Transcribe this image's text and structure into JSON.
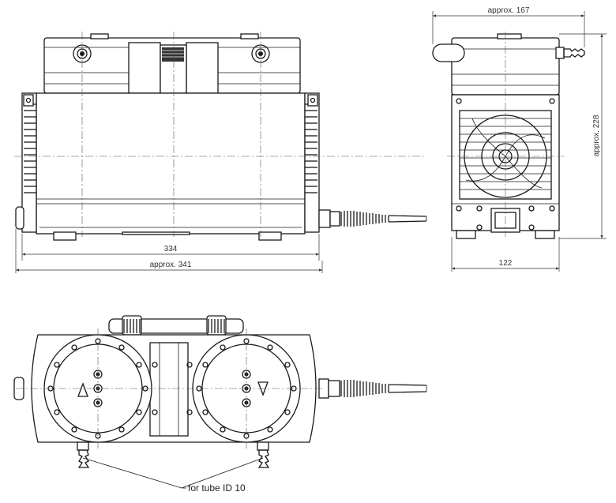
{
  "dimensions": {
    "width_334": "334",
    "width_341": "approx. 341",
    "depth_167": "approx. 167",
    "depth_122": "122",
    "height_228": "approx. 228"
  },
  "labels": {
    "tube": "for tube ID 10"
  }
}
